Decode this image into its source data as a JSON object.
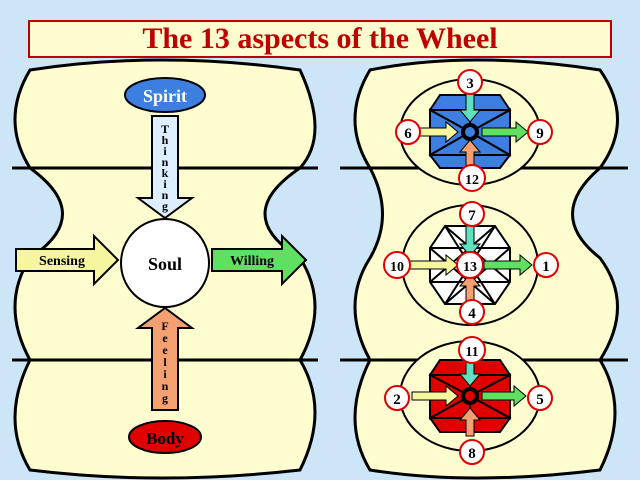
{
  "title": "The 13 aspects of the Wheel",
  "left": {
    "top_label": "Spirit",
    "bottom_label": "Body",
    "center_label": "Soul",
    "left_label": "Sensing",
    "right_label": "Willing",
    "thinking_letters": [
      "T",
      "h",
      "i",
      "n",
      "k",
      "i",
      "n",
      "g"
    ],
    "feeling_letters": [
      "F",
      "e",
      "e",
      "l",
      "i",
      "n",
      "g"
    ]
  },
  "right": {
    "top": {
      "up": "3",
      "left": "6",
      "right": "9",
      "down": "12"
    },
    "middle": {
      "up": "7",
      "left": "10",
      "center": "13",
      "right": "1",
      "down": "4"
    },
    "bottom": {
      "up": "11",
      "left": "2",
      "right": "5",
      "down": "8"
    }
  },
  "colors": {
    "background": "#cce6f8",
    "panel": "#fdfdd0",
    "title_red": "#c00000",
    "spirit_blue": "#3c7fe0",
    "body_red": "#e00000",
    "arrow_yellow": "#f6f6a0",
    "arrow_green": "#60e060",
    "arrow_blue": "#dceeff",
    "arrow_orange": "#f4a070"
  }
}
